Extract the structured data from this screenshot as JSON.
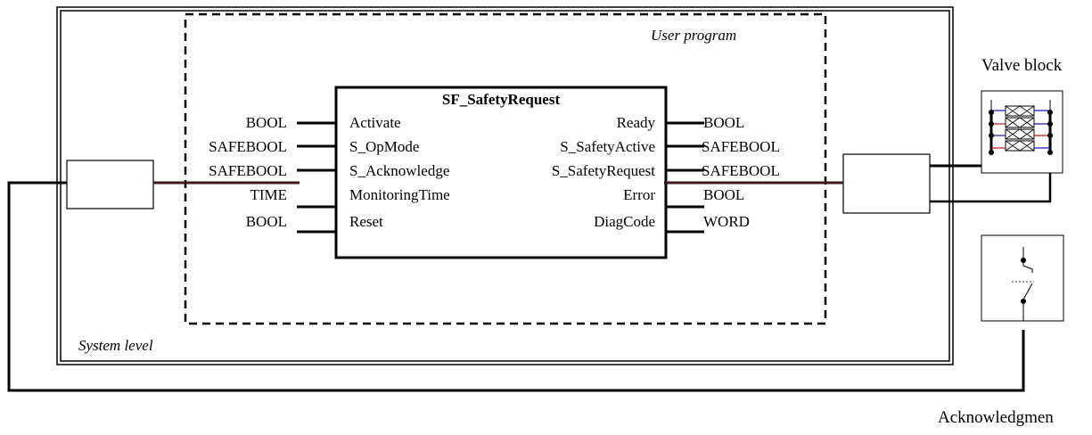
{
  "system_level_label": "System level",
  "user_program_label": "User program",
  "function_block": {
    "name": "SF_SafetyRequest",
    "inputs": [
      {
        "type": "BOOL",
        "name": "Activate"
      },
      {
        "type": "SAFEBOOL",
        "name": "S_OpMode"
      },
      {
        "type": "SAFEBOOL",
        "name": "S_Acknowledge"
      },
      {
        "type": "TIME",
        "name": "MonitoringTime"
      },
      {
        "type": "BOOL",
        "name": "Reset"
      }
    ],
    "outputs": [
      {
        "name": "Ready",
        "type": "BOOL"
      },
      {
        "name": "S_SafetyActive",
        "type": "SAFEBOOL"
      },
      {
        "name": "S_SafetyRequest",
        "type": "SAFEBOOL"
      },
      {
        "name": "Error",
        "type": "BOOL"
      },
      {
        "name": "DiagCode",
        "type": "WORD"
      }
    ]
  },
  "valve_block_label": "Valve block",
  "acknowledgment_label": "Acknowledgmen",
  "colors": {
    "line": "#000000",
    "connection_wire": "#3a1a1a",
    "valve_blue": "#1010c0",
    "valve_red": "#c01010"
  }
}
